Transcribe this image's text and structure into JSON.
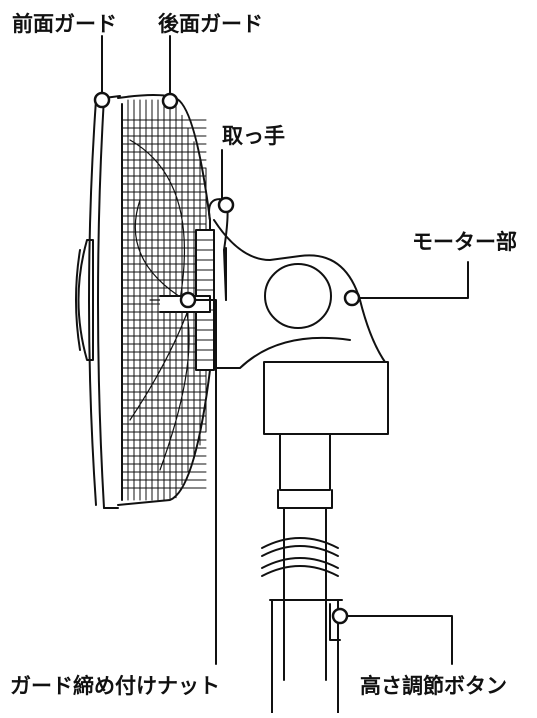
{
  "labels": {
    "front_guard": "前面ガード",
    "rear_guard": "後面ガード",
    "handle": "取っ手",
    "motor": "モーター部",
    "guard_nut": "ガード締め付けナット",
    "height_button": "高さ調節ボタン"
  },
  "colors": {
    "line": "#111111",
    "background": "#ffffff"
  }
}
